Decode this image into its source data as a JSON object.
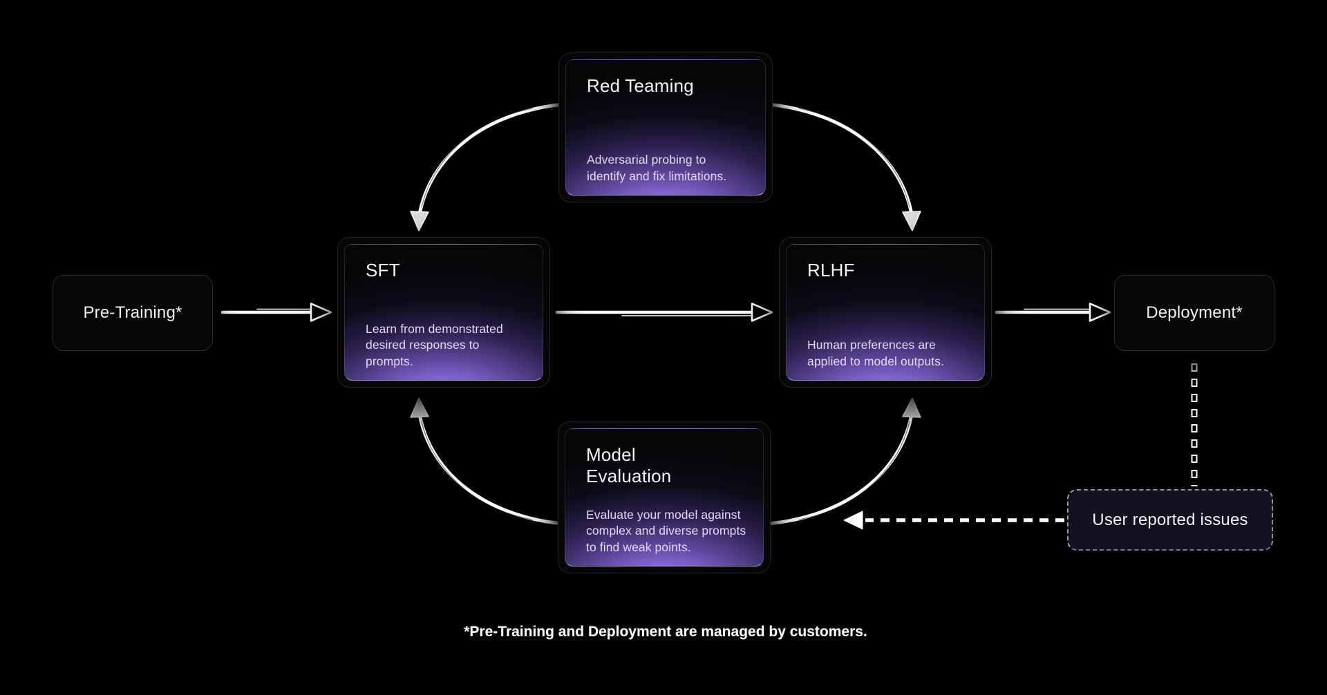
{
  "colors": {
    "background": "#000000",
    "card_glow": "#8c6ede",
    "card_glow_bright": "#bb9ff6",
    "arrow": "#ffffff",
    "text_primary": "#f5f4f7",
    "text_secondary": "#e2daf6",
    "dashed_box_bg": "#141120"
  },
  "nodes": {
    "pre_training": {
      "label": "Pre-Training*"
    },
    "sft": {
      "title": "SFT",
      "description": "Learn from demonstrated\ndesired responses to\nprompts."
    },
    "red_teaming": {
      "title": "Red Teaming",
      "description": "Adversarial probing to\nidentify and fix limitations."
    },
    "rlhf": {
      "title": "RLHF",
      "description": "Human preferences are\napplied to model outputs."
    },
    "model_evaluation": {
      "title": "Model\nEvaluation",
      "description": "Evaluate your model against\ncomplex and diverse prompts\nto find weak points."
    },
    "deployment": {
      "label": "Deployment*"
    },
    "user_reported_issues": {
      "label": "User reported issues"
    }
  },
  "edges": [
    {
      "from": "Pre-Training*",
      "to": "SFT",
      "style": "solid-open-head"
    },
    {
      "from": "SFT",
      "to": "RLHF",
      "style": "solid-open-head"
    },
    {
      "from": "RLHF",
      "to": "Deployment*",
      "style": "solid-open-head"
    },
    {
      "from": "Red Teaming",
      "to": "SFT",
      "style": "curved-filled-head"
    },
    {
      "from": "Red Teaming",
      "to": "RLHF",
      "style": "curved-filled-head"
    },
    {
      "from": "Model Evaluation",
      "to": "SFT",
      "style": "curved-filled-head"
    },
    {
      "from": "Model Evaluation",
      "to": "RLHF",
      "style": "curved-filled-head"
    },
    {
      "from": "Deployment*",
      "to": "User reported issues",
      "style": "dashed-hollow"
    },
    {
      "from": "User reported issues",
      "to": "Model Evaluation",
      "style": "dashed-filled-head"
    }
  ],
  "footnote": "*Pre-Training and Deployment are managed by customers."
}
